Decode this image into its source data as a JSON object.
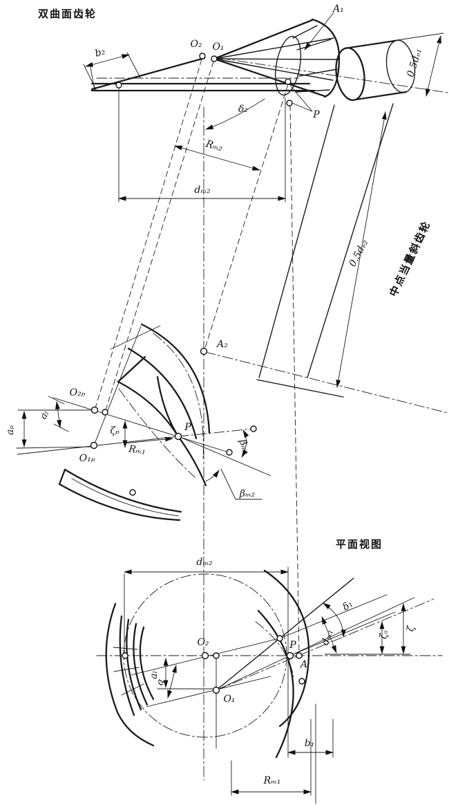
{
  "diagram": {
    "type": "engineering-drawing",
    "subject": "hypoid gear pair geometry",
    "ink_color": "#1a1a1a",
    "bg_color": "#ffffff"
  },
  "labels": {
    "top": {
      "title": "双曲面齿轮",
      "O2": "O₂",
      "O1": "O₁",
      "A1": "A₁",
      "b2": "b₂",
      "delta2": "δ₂",
      "P": "P",
      "half_de1": "0.5dₑ₁",
      "Rm2": "Rₘ₂",
      "dm2": "dₘ₂",
      "half_de2": "0.5dₑ₂",
      "equiv_gear": "中点当量斜齿轮"
    },
    "mid": {
      "A2": "A₂",
      "O2P": "O₂ₚ",
      "O1P": "O₁ₚ",
      "aL": "aₗ",
      "ap": "aₚ",
      "zetaP": "ζₚ",
      "Rm1": "Rₘ₁",
      "P": "P",
      "betam1": "βₘ₁",
      "betam2": "βₘ₂"
    },
    "plan": {
      "title": "平面视图",
      "dm2": "dₘ₂",
      "O2": "O₂",
      "O1": "O₁",
      "P": "P",
      "A": "A",
      "delta1": "δ₁",
      "dm1": "dₘ₁",
      "zetaA": "ζₐ",
      "zeta": "ζ",
      "aL": "aₗ",
      "a": "a",
      "b1": "b₁",
      "Rm1": "Rₘ₁"
    }
  }
}
